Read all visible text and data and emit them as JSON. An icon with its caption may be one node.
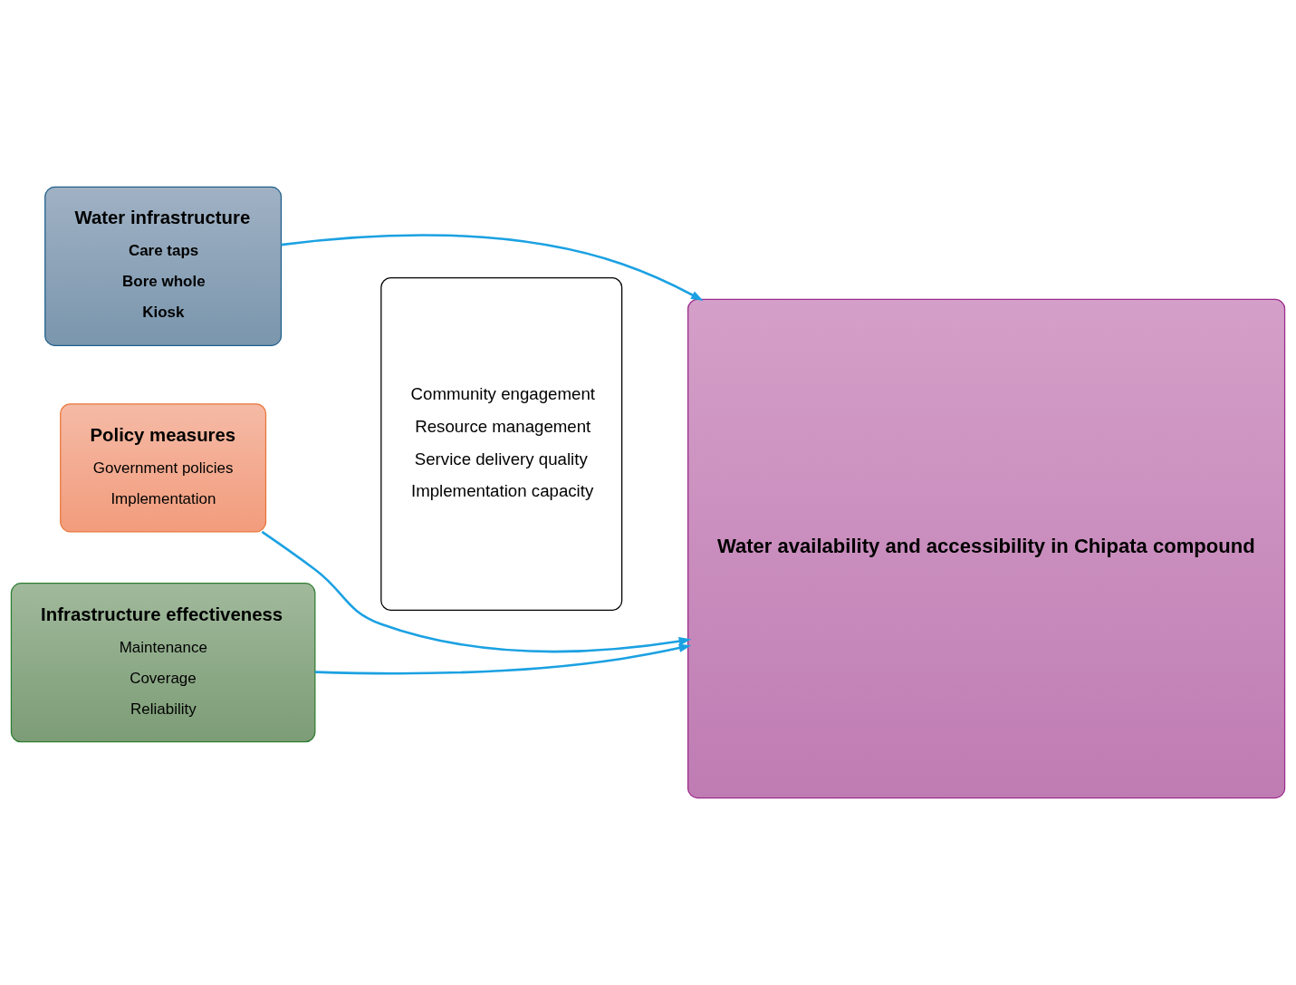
{
  "diagram": {
    "nodes": [
      {
        "text": [
          "Water infrastructure",
          "Care taps",
          "Bore whole",
          "Kiosk"
        ]
      },
      {
        "text": [
          "Policy measures",
          "Government policies",
          "Implementation"
        ]
      },
      {
        "text": [
          "Infrastructure effectiveness",
          "Maintenance",
          "Coverage",
          "Reliability"
        ]
      },
      {
        "text": [
          "Community engagement",
          "Resource management",
          "Service delivery quality",
          "Implementation capacity"
        ]
      },
      {
        "text": [
          "Water availability and accessibility in Chipata compound"
        ]
      }
    ],
    "edges": [
      {
        "from": 0,
        "to": 4,
        "arrow": "to"
      },
      {
        "from": 1,
        "to": 4,
        "arrow": "to"
      },
      {
        "from": 2,
        "to": 4,
        "arrow": "to"
      }
    ]
  }
}
